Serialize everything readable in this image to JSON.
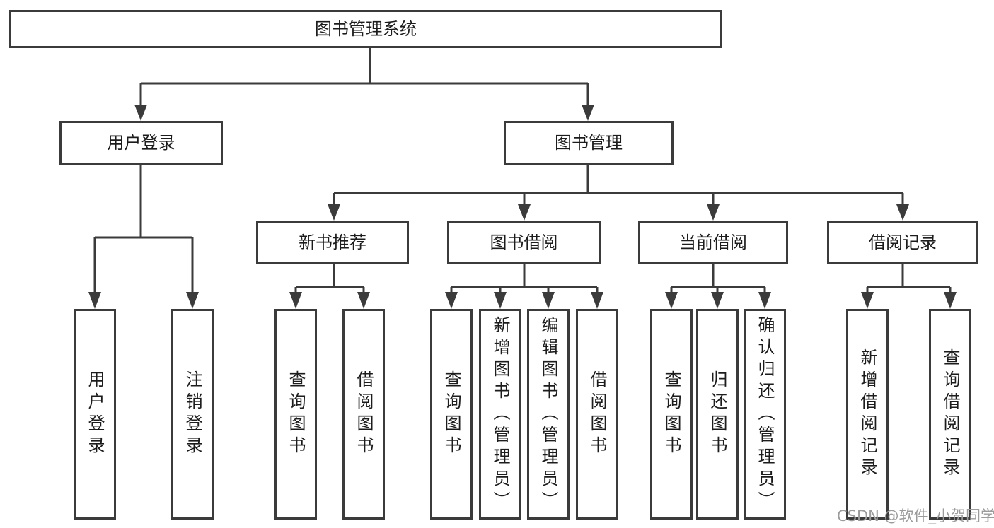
{
  "diagram": {
    "title_node": {
      "label": "图书管理系统"
    },
    "level2": [
      {
        "label": "用户登录"
      },
      {
        "label": "图书管理"
      }
    ],
    "level3": [
      {
        "label": "新书推荐",
        "parent": "图书管理"
      },
      {
        "label": "图书借阅",
        "parent": "图书管理"
      },
      {
        "label": "当前借阅",
        "parent": "图书管理"
      },
      {
        "label": "借阅记录",
        "parent": "图书管理"
      }
    ],
    "leaves": [
      {
        "label": "用户登录",
        "parent": "用户登录"
      },
      {
        "label": "注销登录",
        "parent": "用户登录"
      },
      {
        "label": "查询图书",
        "parent": "新书推荐"
      },
      {
        "label": "借阅图书",
        "parent": "新书推荐"
      },
      {
        "label": "查询图书",
        "parent": "图书借阅"
      },
      {
        "label": "新增图书（管理员）",
        "parent": "图书借阅"
      },
      {
        "label": "编辑图书（管理员）",
        "parent": "图书借阅"
      },
      {
        "label": "借阅图书",
        "parent": "图书借阅"
      },
      {
        "label": "查询图书",
        "parent": "当前借阅"
      },
      {
        "label": "归还图书",
        "parent": "当前借阅"
      },
      {
        "label": "确认归还（管理员）",
        "parent": "当前借阅"
      },
      {
        "label": "新增借阅记录",
        "parent": "借阅记录"
      },
      {
        "label": "查询借阅记录",
        "parent": "借阅记录"
      }
    ]
  },
  "watermark": {
    "text": "CSDN @软件_小贺同学"
  },
  "colors": {
    "line": "#3b3b3b",
    "box_border": "#3b3b3b",
    "text": "#1c1c1c",
    "watermark": "#9c9c9c",
    "background": "#ffffff"
  }
}
